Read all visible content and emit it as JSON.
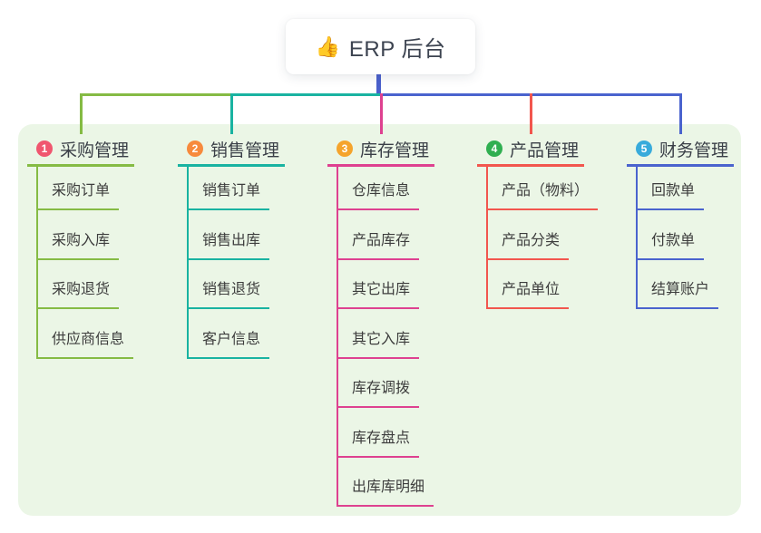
{
  "root": {
    "label": "ERP 后台",
    "icon_glyph": "👍"
  },
  "theme": {
    "panel_bg": "#EBF6E6",
    "root_connector": "#4A60CC",
    "root_text": "#3C4350"
  },
  "branches": [
    {
      "number": "1",
      "title": "采购管理",
      "badge_color": "#F0566F",
      "line_color": "#85BB44",
      "children": [
        "采购订单",
        "采购入库",
        "采购退货",
        "供应商信息"
      ]
    },
    {
      "number": "2",
      "title": "销售管理",
      "badge_color": "#F78A3D",
      "line_color": "#19B3A1",
      "children": [
        "销售订单",
        "销售出库",
        "销售退货",
        "客户信息"
      ]
    },
    {
      "number": "3",
      "title": "库存管理",
      "badge_color": "#F5A42C",
      "line_color": "#DE4190",
      "children": [
        "仓库信息",
        "产品库存",
        "其它出库",
        "其它入库",
        "库存调拨",
        "库存盘点",
        "出库库明细"
      ]
    },
    {
      "number": "4",
      "title": "产品管理",
      "badge_color": "#30AF51",
      "line_color": "#F2564E",
      "children": [
        "产品（物料）",
        "产品分类",
        "产品单位"
      ]
    },
    {
      "number": "5",
      "title": "财务管理",
      "badge_color": "#38ABDB",
      "line_color": "#4A63CE",
      "children": [
        "回款单",
        "付款单",
        "结算账户"
      ]
    }
  ]
}
